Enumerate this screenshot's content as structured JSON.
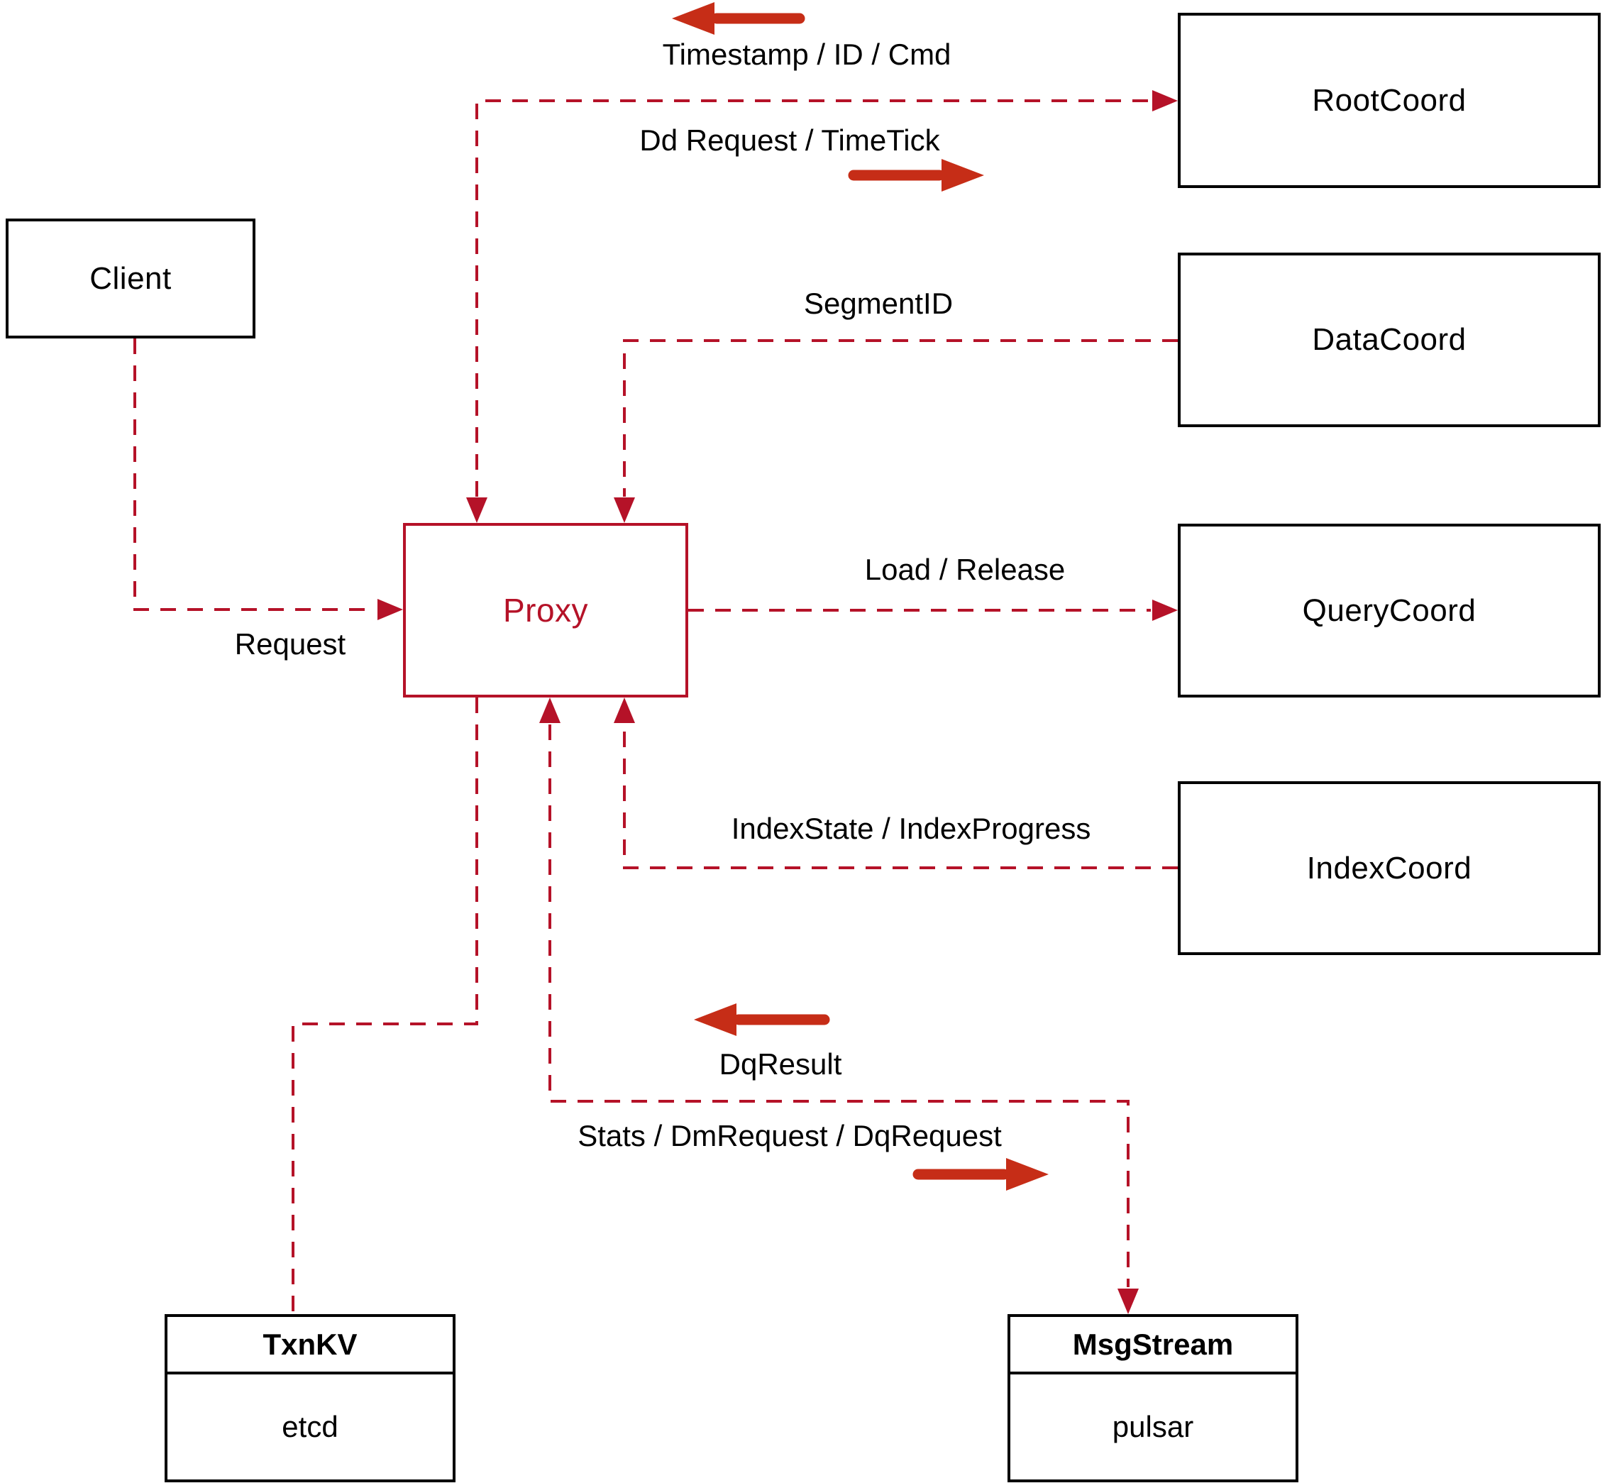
{
  "diagram": {
    "nodes": {
      "client": {
        "label": "Client"
      },
      "proxy": {
        "label": "Proxy"
      },
      "root_coord": {
        "label": "RootCoord"
      },
      "data_coord": {
        "label": "DataCoord"
      },
      "query_coord": {
        "label": "QueryCoord"
      },
      "index_coord": {
        "label": "IndexCoord"
      },
      "txn_kv": {
        "title": "TxnKV",
        "subtitle": "etcd"
      },
      "msg_stream": {
        "title": "MsgStream",
        "subtitle": "pulsar"
      }
    },
    "edges": {
      "client_proxy": {
        "label": "Request"
      },
      "proxy_rootcoord": {
        "to_proxy_label": "Timestamp / ID / Cmd",
        "to_rootcoord_label": "Dd Request / TimeTick"
      },
      "datacoord_proxy": {
        "label": "SegmentID"
      },
      "proxy_querycoord": {
        "label": "Load / Release"
      },
      "indexcoord_proxy": {
        "label": "IndexState / IndexProgress"
      },
      "proxy_msgstream": {
        "to_proxy_label": "DqResult",
        "to_msgstream_label": "Stats / DmRequest / DqRequest"
      }
    },
    "icons": {
      "direction_left": "left-arrow",
      "direction_right": "right-arrow"
    },
    "colors": {
      "edge_red": "#b51228",
      "arrow_red": "#c62d17",
      "box_border": "#000000",
      "text": "#000000",
      "bg": "#ffffff"
    }
  }
}
